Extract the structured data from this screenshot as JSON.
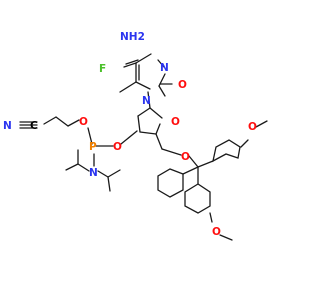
{
  "molecule": {
    "atoms": {
      "nh2": "NH2",
      "f": "F",
      "n_ring_top": "N",
      "n_ring_bottom": "N",
      "o_carbonyl": "O",
      "o_furanose": "O",
      "n_nitrile": "N",
      "c_nitrile": "C",
      "o_cyanoethyl": "O",
      "p": "P",
      "o_sugar3": "O",
      "n_amine": "N",
      "o_trityl": "O",
      "o_methoxy_top": "O",
      "o_methoxy_bottom": "O"
    },
    "colors": {
      "carbon": "#000000",
      "nitrogen": "#2b35f0",
      "oxygen": "#ff0d0d",
      "fluorine": "#4cc02b",
      "phosphorus": "#f08000"
    }
  }
}
